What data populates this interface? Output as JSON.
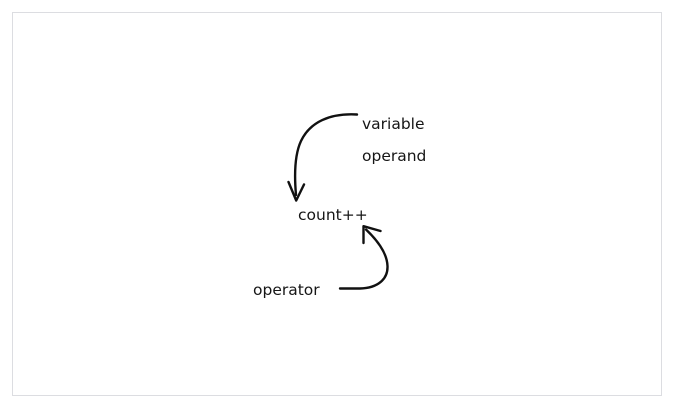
{
  "canvas": {
    "background_color": "#ffffff",
    "border_color": "#dcdde1"
  },
  "diagram": {
    "type": "annotated-code-expression",
    "expression": "count++",
    "stroke_color": "#111111",
    "text_color": "#161616",
    "annotations": [
      {
        "id": "variable",
        "label": "variable",
        "points_to": "count",
        "arrow_direction": "down-left"
      },
      {
        "id": "operand",
        "label": "operand",
        "points_to": "count",
        "arrow_direction": "down-left"
      },
      {
        "id": "operator",
        "label": "operator",
        "points_to": "++",
        "arrow_direction": "up-right"
      }
    ]
  }
}
